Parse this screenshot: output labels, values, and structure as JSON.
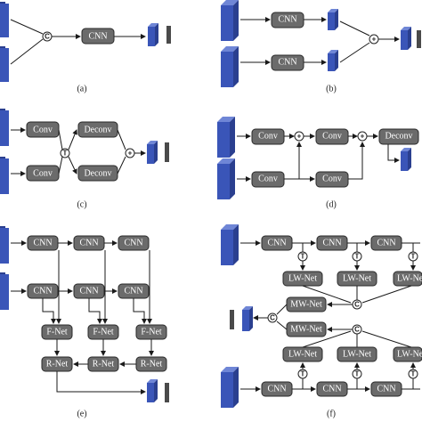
{
  "labels": {
    "panel_a": "(a)",
    "panel_b": "(b)",
    "panel_c": "(c)",
    "panel_d": "(d)",
    "panel_e": "(e)",
    "panel_f": "(f)"
  },
  "ops": {
    "concat": "C",
    "add": "+",
    "transform": "T"
  },
  "blocks": {
    "cnn": "CNN",
    "conv": "Conv",
    "deconv": "Deconv",
    "fnet": "F-Net",
    "rnet": "R-Net",
    "lwnet": "LW-Net",
    "mwnet": "MW-Net"
  },
  "colors": {
    "feature_blue": "#3a55b8",
    "box_gray": "#6b6b6b",
    "output_gray": "#4a4a4a"
  }
}
